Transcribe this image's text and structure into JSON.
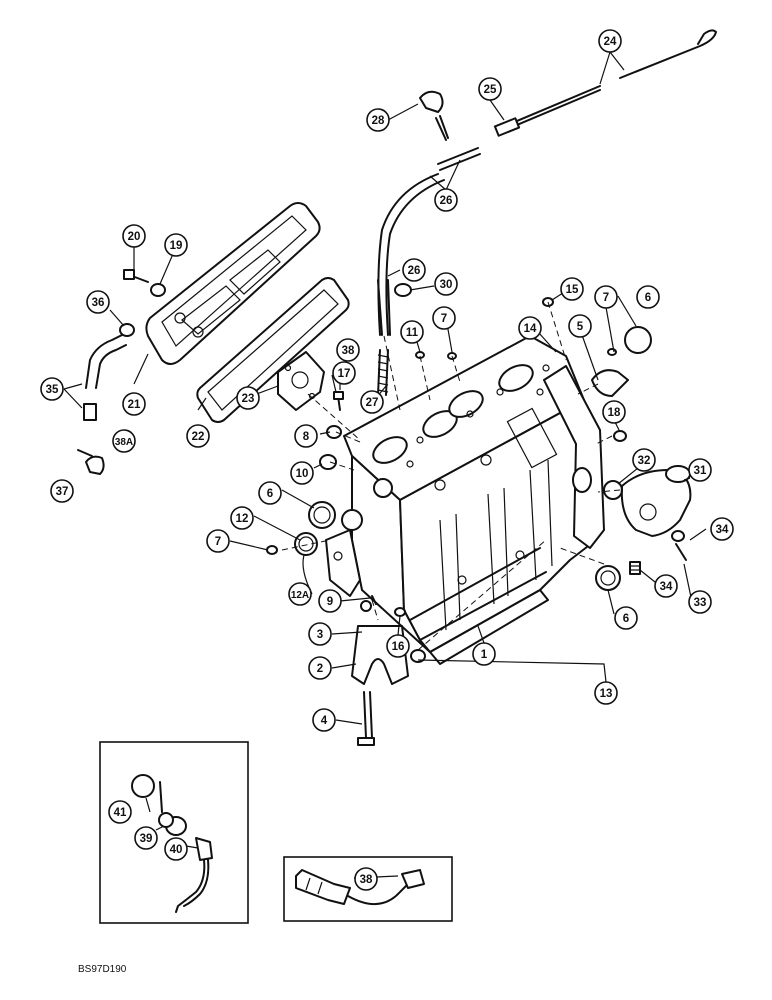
{
  "figure": {
    "reference_code": "BS97D190",
    "callouts": {
      "c1": "1",
      "c2": "2",
      "c3": "3",
      "c4": "4",
      "c5": "5",
      "c6a": "6",
      "c6b": "6",
      "c6c": "6",
      "c7a": "7",
      "c7b": "7",
      "c7c": "7",
      "c8": "8",
      "c9": "9",
      "c10": "10",
      "c11": "11",
      "c12": "12",
      "c12a": "12A",
      "c13": "13",
      "c14": "14",
      "c15": "15",
      "c16": "16",
      "c17": "17",
      "c18": "18",
      "c19": "19",
      "c20": "20",
      "c21": "21",
      "c22": "22",
      "c23": "23",
      "c24": "24",
      "c25": "25",
      "c26a": "26",
      "c26b": "26",
      "c27": "27",
      "c28": "28",
      "c30": "30",
      "c31": "31",
      "c32": "32",
      "c33": "33",
      "c34a": "34",
      "c34b": "34",
      "c35": "35",
      "c36": "36",
      "c37": "37",
      "c38a": "38",
      "c38b": "38",
      "c38c": "38A",
      "c39": "39",
      "c40": "40",
      "c41": "41"
    }
  }
}
